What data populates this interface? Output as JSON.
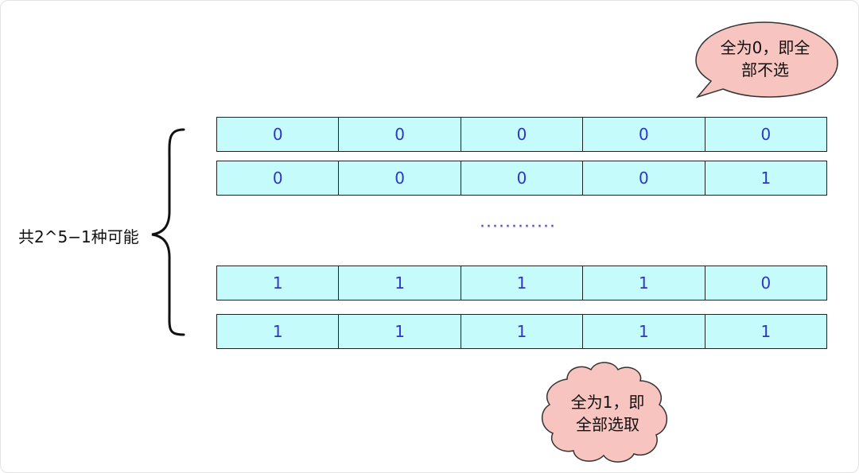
{
  "colors": {
    "cell_fill": "#c6fbfb",
    "digit": "#2f36c7",
    "bubble_fill": "#f8c4c0",
    "outline": "#222222"
  },
  "rows": [
    [
      "0",
      "0",
      "0",
      "0",
      "0"
    ],
    [
      "0",
      "0",
      "0",
      "0",
      "1"
    ],
    [
      "1",
      "1",
      "1",
      "1",
      "0"
    ],
    [
      "1",
      "1",
      "1",
      "1",
      "1"
    ]
  ],
  "ellipsis": "············",
  "brace_label": "共2^5−1种可能",
  "callout_top": {
    "line1": "全为0，即全",
    "line2": "部不选"
  },
  "callout_bottom": {
    "line1": "全为1，即",
    "line2": "全部选取"
  }
}
